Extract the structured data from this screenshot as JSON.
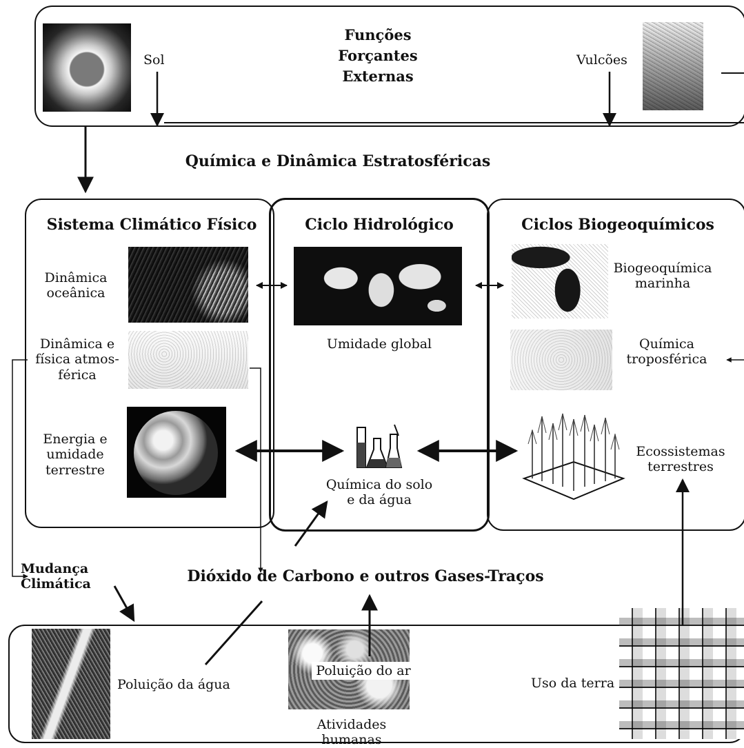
{
  "top_box": {
    "title": "Funções\nForçantes\nExternas",
    "sun_label": "Sol",
    "volcano_label": "Vulcões",
    "sun_icon": "sun-corona-photo",
    "volcano_icon": "volcano-photo"
  },
  "stratosphere_label": "Química e Dinâmica Estratosféricas",
  "physical_system": {
    "title": "Sistema Climático Físico",
    "ocean_label": "Dinâmica\noceânica",
    "atmosphere_label": "Dinâmica e\nfísica atmos-\nférica",
    "land_label": "Energia e\numidade\nterrestre"
  },
  "hydrological_cycle": {
    "title": "Ciclo Hidrológico",
    "humidity_label": "Umidade global",
    "soil_label": "Química do solo\ne da água"
  },
  "biogeochemical_cycles": {
    "title": "Ciclos Biogeoquímicos",
    "marine_label": "Biogeoquímica\nmarinha",
    "tropo_label": "Química\ntroposférica",
    "eco_label": "Ecossistemas\nterrestres"
  },
  "climate_change_label": "Mudança\nClimática",
  "co2_label": "Dióxido de Carbono e outros Gases-Traços",
  "human_activities": {
    "water_pollution": "Poluição da água",
    "air_pollution": "Poluição do ar",
    "land_use": "Uso da terra",
    "caption": "Atividades humanas"
  }
}
